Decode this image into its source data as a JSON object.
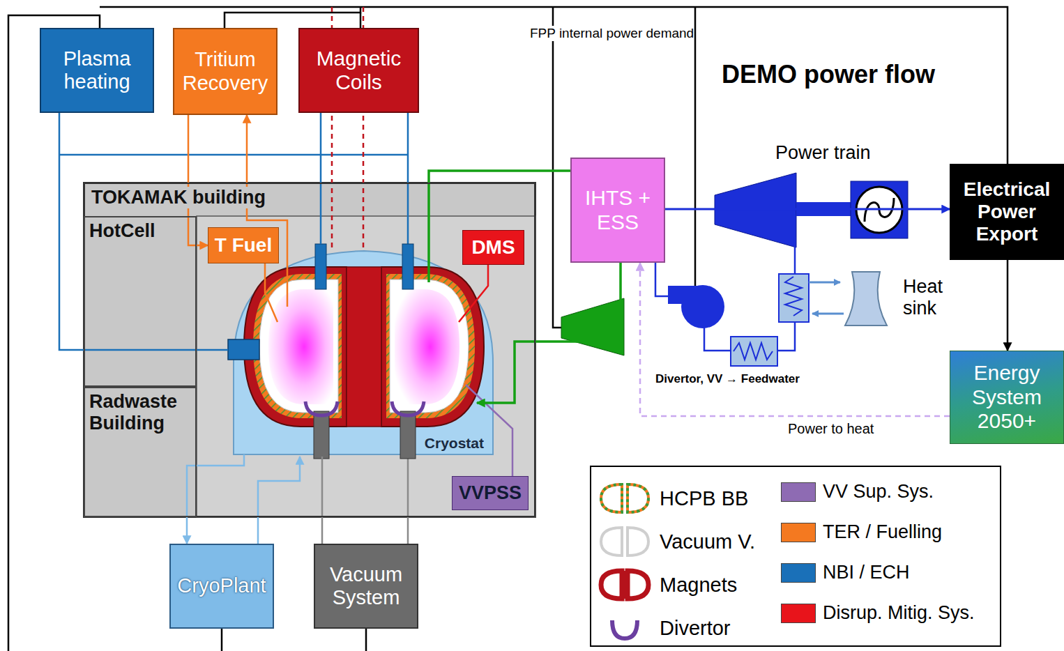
{
  "diagram": {
    "title": "DEMO power flow",
    "nodes": [
      {
        "text": [
          "Plasma heating"
        ]
      },
      {
        "text": [
          "Tritium Recovery"
        ]
      },
      {
        "text": [
          "Magnetic Coils"
        ]
      },
      {
        "text": [
          "TOKAMAK building"
        ]
      },
      {
        "text": [
          "HotCell"
        ],
        "in": 3
      },
      {
        "text": [
          "T Fuel"
        ],
        "in": 3
      },
      {
        "text": [
          "DMS"
        ],
        "in": 3
      },
      {
        "text": [
          "Radwaste Building"
        ],
        "in": 3
      },
      {
        "text": [
          "Cryostat"
        ],
        "in": 3
      },
      {
        "text": [
          "VVPSS"
        ],
        "in": 3
      },
      {
        "text": [
          "IHTS + ESS"
        ]
      },
      {
        "text": [
          "Electrical Power Export"
        ]
      },
      {
        "text": [
          "Energy System 2050+"
        ]
      },
      {
        "text": [
          "CryoPlant"
        ]
      },
      {
        "text": [
          "Vacuum System"
        ]
      }
    ],
    "edges": [
      {
        "from": 0,
        "to": 8,
        "arrow": "none"
      },
      {
        "from": 1,
        "to": 5,
        "arrow": "to"
      },
      {
        "from": 8,
        "to": 1,
        "arrow": "to"
      },
      {
        "from": 5,
        "to": 8,
        "arrow": "none"
      },
      {
        "from": 2,
        "to": 8,
        "arrow": "none"
      },
      {
        "from": 6,
        "to": 8,
        "arrow": "none"
      },
      {
        "from": 9,
        "to": 8,
        "arrow": "none"
      },
      {
        "from": 8,
        "to": 10,
        "arrow": "none"
      },
      {
        "from": 10,
        "to": 8,
        "arrow": "to"
      },
      {
        "from": 10,
        "to": 11,
        "arrow": "to"
      },
      {
        "from": 11,
        "to": 12,
        "arrow": "to"
      },
      {
        "from": 12,
        "to": 10,
        "label": "Power to heat",
        "arrow": "to"
      },
      {
        "from": 8,
        "to": 13,
        "arrow": "to"
      },
      {
        "from": 13,
        "to": 8,
        "arrow": "to"
      },
      {
        "from": 14,
        "to": 8,
        "arrow": "none"
      }
    ],
    "labels": [
      "FPP internal power demand",
      "Power train",
      "Heat sink",
      "Divertor, VV → Feedwater"
    ],
    "legend": [
      {
        "text": "HCPB BB"
      },
      {
        "text": "Vacuum V."
      },
      {
        "text": "Magnets"
      },
      {
        "text": "Divertor"
      },
      {
        "text": "VV Sup. Sys.",
        "color": "#8e6bb3"
      },
      {
        "text": "TER / Fuelling",
        "color": "#f47920"
      },
      {
        "text": "NBI / ECH",
        "color": "#1a70b8"
      },
      {
        "text": "Disrup. Mitig. Sys.",
        "color": "#e8141b"
      }
    ]
  }
}
